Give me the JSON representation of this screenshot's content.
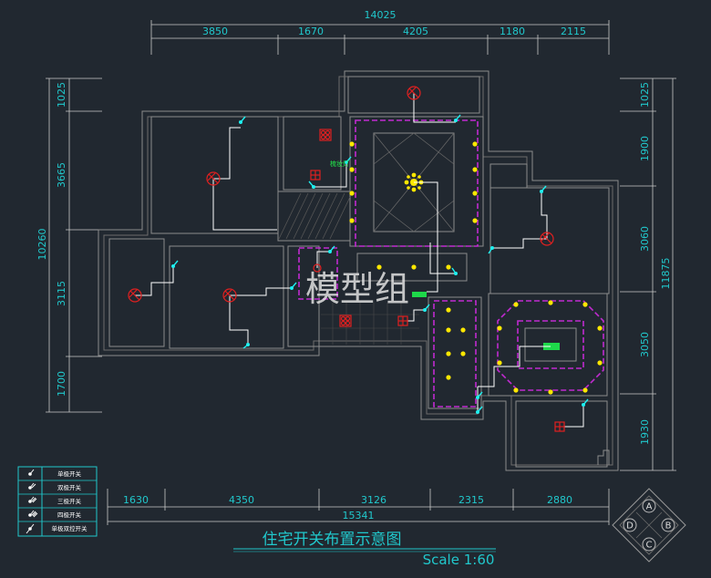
{
  "drawing": {
    "title": "住宅开关布置示意图",
    "scale": "Scale 1:60",
    "watermark": "模型组",
    "annotation": "梳妆灯"
  },
  "dims": {
    "top_total": "14025",
    "top": [
      "3850",
      "1670",
      "4205",
      "1180",
      "2115"
    ],
    "bottom_total": "15341",
    "bottom": [
      "1630",
      "4350",
      "3126",
      "2315",
      "2880"
    ],
    "left_total": "10260",
    "left": [
      "1025",
      "3665",
      "3115",
      "1700"
    ],
    "right_total": "11875",
    "right": [
      "1025",
      "1900",
      "3060",
      "3050",
      "1930"
    ]
  },
  "legend": {
    "items": [
      "单极开关",
      "双极开关",
      "三极开关",
      "四极开关",
      "单极双控开关"
    ]
  },
  "compass": {
    "labels": [
      "A",
      "B",
      "C",
      "D"
    ]
  },
  "colors": {
    "background": "#212830",
    "dimension_text": "#21c8cc",
    "wall": "#8c8c8c",
    "wire": "#ffffff",
    "ceiling_dash": "#c02ad0",
    "lamp": "#ffe800",
    "switch": "#1ef0f0",
    "light_symbol": "#e02020"
  }
}
